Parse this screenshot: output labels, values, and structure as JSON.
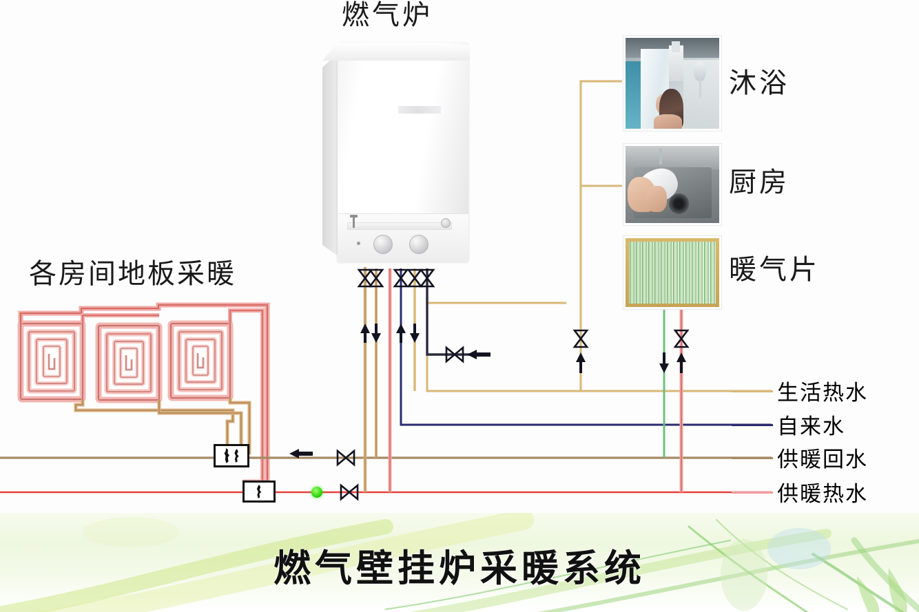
{
  "title": "燃气壁挂炉采暖系统",
  "boiler": {
    "label": "燃气炉",
    "brand_plate": ""
  },
  "equipment": [
    {
      "id": "shower",
      "label": "沐浴",
      "type": "photo"
    },
    {
      "id": "kitchen",
      "label": "厨房",
      "type": "photo"
    },
    {
      "id": "radiator",
      "label": "暖气片",
      "type": "photo"
    }
  ],
  "floor_heating": {
    "label": "各房间地板采暖",
    "loops": 3
  },
  "legend": {
    "items": [
      {
        "label": "生活热水",
        "color": "#d8b878"
      },
      {
        "label": "自来水",
        "color": "#2b2b6f"
      },
      {
        "label": "供暖回水",
        "color": "#a58a64"
      },
      {
        "label": "供暖热水",
        "color": "#ef9a9a"
      }
    ]
  },
  "pipe_colors": {
    "domestic_hot_water": "#d8b878",
    "cold_tap_water": "#2b2b6f",
    "heating_return": "#a58a64",
    "heating_supply": "#ef9a9a",
    "heating_supply_strong": "#e8403c",
    "radiator_return": "#63c07a",
    "gas": "#2a2a3c",
    "floor_coil": "#e8908c"
  },
  "components": {
    "valve": "valve-symbol",
    "pump": "circulation-pump",
    "manifold_upper": "floor-heating-return-manifold",
    "manifold_lower": "floor-heating-supply-manifold",
    "gas_inlet": "gas-supply-inlet"
  }
}
